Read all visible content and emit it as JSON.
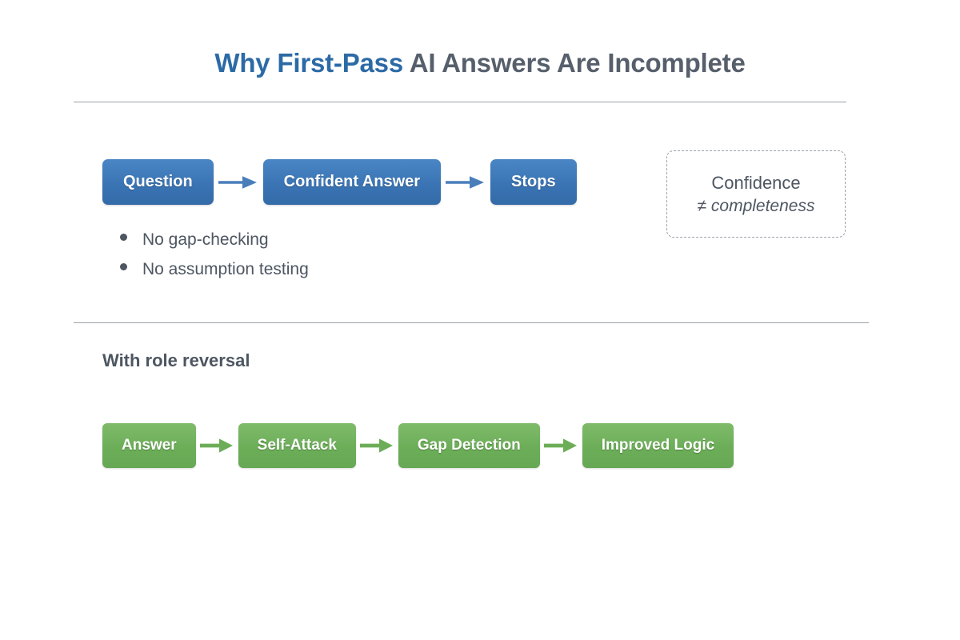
{
  "slide": {
    "title": {
      "accent_text": "Why First-Pass",
      "plain_text": "AI Answers Are Incomplete",
      "accent_color": "#2c6aa6",
      "plain_color": "#565f6b"
    },
    "first_pass_flow": {
      "color": "#3a74b4",
      "arrow_color": "#4a7ebb",
      "nodes": [
        {
          "label": "Question"
        },
        {
          "label": "Confident Answer"
        },
        {
          "label": "Stops"
        }
      ]
    },
    "callout": {
      "line1": "Confidence",
      "line2": "≠ completeness",
      "border_color": "#9aa2ab"
    },
    "bullets": [
      {
        "label": "No gap-checking"
      },
      {
        "label": "No assumption testing"
      }
    ],
    "subheading": "With role reversal",
    "role_reversal_flow": {
      "color": "#6cad58",
      "arrow_color": "#6cad58",
      "nodes": [
        {
          "label": "Answer"
        },
        {
          "label": "Self-Attack"
        },
        {
          "label": "Gap Detection"
        },
        {
          "label": "Improved Logic"
        }
      ]
    }
  }
}
